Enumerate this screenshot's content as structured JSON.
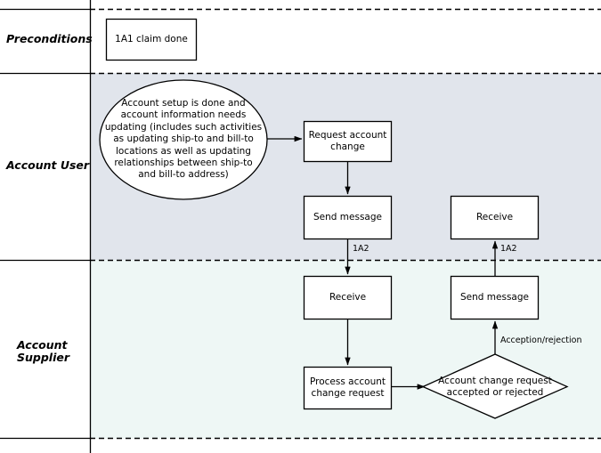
{
  "diagram": {
    "title": "Account change request swimlane flowchart",
    "colors": {
      "lane_preconditions_bg": "#ffffff",
      "lane_account_user_bg": "#e1e5ec",
      "lane_account_supplier_bg": "#eef7f5",
      "node_fill": "#ffffff",
      "stroke": "#000000",
      "page_bg": "#ffffff"
    },
    "lanes": [
      {
        "id": "preconditions",
        "label": "Preconditions"
      },
      {
        "id": "account-user",
        "label": "Account User"
      },
      {
        "id": "account-supplier",
        "label": "Account\nSupplier"
      }
    ],
    "nodes": [
      {
        "id": "precondition-claim",
        "type": "box",
        "label": "1A1 claim done",
        "lane": "preconditions"
      },
      {
        "id": "start-ellipse",
        "type": "ellipse",
        "label": "Account setup is done and\naccount information needs\nupdating (includes such activities\nas updating ship-to and bill-to\nlocations as well as updating\nrelationships between ship-to\nand bill-to address)",
        "lane": "account-user"
      },
      {
        "id": "request-account-change",
        "type": "box",
        "label": "Request account\nchange",
        "lane": "account-user"
      },
      {
        "id": "user-send-message",
        "type": "box",
        "label": "Send message",
        "lane": "account-user"
      },
      {
        "id": "user-receive",
        "type": "box",
        "label": "Receive",
        "lane": "account-user"
      },
      {
        "id": "supplier-receive",
        "type": "box",
        "label": "Receive",
        "lane": "account-supplier"
      },
      {
        "id": "supplier-send-message",
        "type": "box",
        "label": "Send message",
        "lane": "account-supplier"
      },
      {
        "id": "process-account-change-request",
        "type": "box",
        "label": "Process account\nchange request",
        "lane": "account-supplier"
      },
      {
        "id": "decision-accepted-rejected",
        "type": "diamond",
        "label": "Account change request\naccepted or rejected",
        "lane": "account-supplier"
      }
    ],
    "edge_labels": {
      "user_to_supplier": "1A2",
      "supplier_to_user": "1A2",
      "decision_to_send": "Acception/rejection"
    }
  }
}
